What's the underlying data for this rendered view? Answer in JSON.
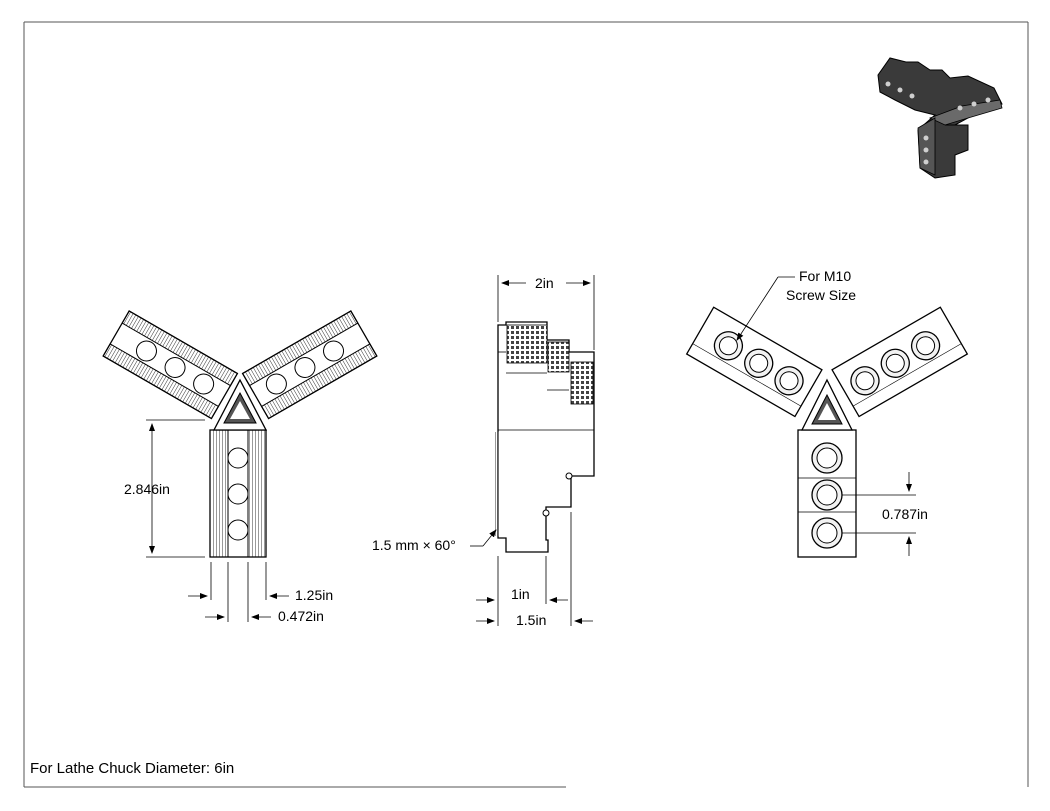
{
  "dimensions": {
    "height_left": "2.846in",
    "width_slot": "1.25in",
    "width_channel": "0.472in",
    "total_depth": "2in",
    "chamfer": "1.5 mm × 60°",
    "step_1": "1in",
    "step_2": "1.5in",
    "hole_pitch": "0.787in"
  },
  "callout": {
    "line1": "For M10",
    "line2": "Screw Size"
  },
  "footer": {
    "note": "For Lathe Chuck Diameter: 6in"
  },
  "icons": {
    "iso_view": "isometric-jaw-icon"
  }
}
